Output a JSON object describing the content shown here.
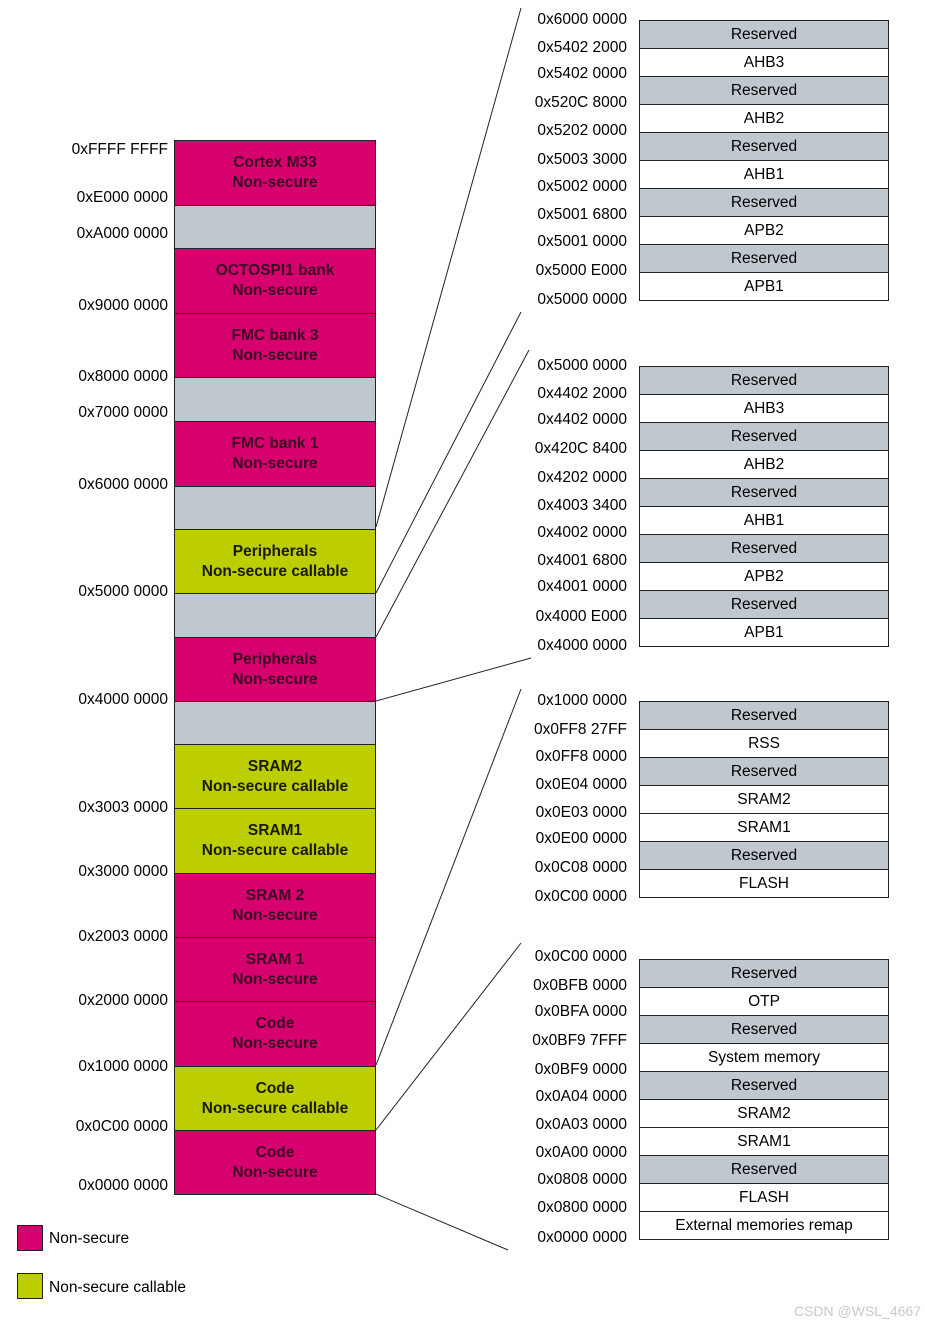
{
  "main_map": {
    "blocks": [
      {
        "label1": "Cortex M33",
        "label2": "Non-secure",
        "kind": "ns"
      },
      {
        "label1": "",
        "label2": "",
        "kind": "res"
      },
      {
        "label1": "OCTOSPI1 bank",
        "label2": "Non-secure",
        "kind": "ns"
      },
      {
        "label1": "FMC bank 3",
        "label2": "Non-secure",
        "kind": "ns"
      },
      {
        "label1": "",
        "label2": "",
        "kind": "res"
      },
      {
        "label1": "FMC bank 1",
        "label2": "Non-secure",
        "kind": "ns"
      },
      {
        "label1": "",
        "label2": "",
        "kind": "res"
      },
      {
        "label1": "Peripherals",
        "label2": "Non-secure callable",
        "kind": "nsc"
      },
      {
        "label1": "",
        "label2": "",
        "kind": "res"
      },
      {
        "label1": "Peripherals",
        "label2": "Non-secure",
        "kind": "ns"
      },
      {
        "label1": "",
        "label2": "",
        "kind": "res"
      },
      {
        "label1": "SRAM2",
        "label2": "Non-secure callable",
        "kind": "nsc"
      },
      {
        "label1": "SRAM1",
        "label2": "Non-secure callable",
        "kind": "nsc"
      },
      {
        "label1": "SRAM 2",
        "label2": "Non-secure",
        "kind": "ns"
      },
      {
        "label1": "SRAM 1",
        "label2": "Non-secure",
        "kind": "ns"
      },
      {
        "label1": "Code",
        "label2": "Non-secure",
        "kind": "ns"
      },
      {
        "label1": "Code",
        "label2": "Non-secure callable",
        "kind": "nsc"
      },
      {
        "label1": "Code",
        "label2": "Non-secure",
        "kind": "ns"
      }
    ],
    "addresses": [
      "0xFFFF FFFF",
      "0xE000 0000",
      "0xA000 0000",
      "0x9000 0000",
      "0x8000 0000",
      "0x7000 0000",
      "0x6000 0000",
      "0x5000 0000",
      "0x4000 0000",
      "0x3003 0000",
      "0x3000 0000",
      "0x2003 0000",
      "0x2000 0000",
      "0x1000 0000",
      "0x0C00 0000",
      "0x0000 0000"
    ]
  },
  "detail_maps": [
    {
      "addresses": [
        "0x6000 0000",
        "0x5402 2000",
        "0x5402 0000",
        "0x520C 8000",
        "0x5202 0000",
        "0x5003 3000",
        "0x5002 0000",
        "0x5001 6800",
        "0x5001 0000",
        "0x5000 E000",
        "0x5000 0000"
      ],
      "cells": [
        "Reserved",
        "AHB3",
        "Reserved",
        "AHB2",
        "Reserved",
        "AHB1",
        "Reserved",
        "APB2",
        "Reserved",
        "APB1"
      ]
    },
    {
      "addresses": [
        "0x5000 0000",
        "0x4402 2000",
        "0x4402 0000",
        "0x420C 8400",
        "0x4202 0000",
        "0x4003 3400",
        "0x4002 0000",
        "0x4001 6800",
        "0x4001 0000",
        "0x4000 E000",
        "0x4000 0000"
      ],
      "cells": [
        "Reserved",
        "AHB3",
        "Reserved",
        "AHB2",
        "Reserved",
        "AHB1",
        "Reserved",
        "APB2",
        "Reserved",
        "APB1"
      ]
    },
    {
      "addresses": [
        "0x1000 0000",
        "0x0FF8 27FF",
        "0x0FF8 0000",
        "0x0E04 0000",
        "0x0E03 0000",
        "0x0E00 0000",
        "0x0C08 0000",
        "0x0C00 0000"
      ],
      "cells": [
        "Reserved",
        "RSS",
        "Reserved",
        "SRAM2",
        "SRAM1",
        "Reserved",
        "FLASH"
      ]
    },
    {
      "addresses": [
        "0x0C00 0000",
        "0x0BFB 0000",
        "0x0BFA 0000",
        "0x0BF9 7FFF",
        "0x0BF9 0000",
        "0x0A04 0000",
        "0x0A03 0000",
        "0x0A00 0000",
        "0x0808 0000",
        "0x0800 0000",
        "0x0000 0000"
      ],
      "cells": [
        "Reserved",
        "OTP",
        "Reserved",
        "System memory",
        "Reserved",
        "SRAM2",
        "SRAM1",
        "Reserved",
        "FLASH",
        "External memories remap"
      ]
    }
  ],
  "legend": [
    {
      "label": "Non-secure",
      "color": "#d6006f"
    },
    {
      "label": "Non-secure callable",
      "color": "#bccd00"
    }
  ],
  "watermark": "CSDN @WSL_4667",
  "colors": {
    "non_secure": "#d6006f",
    "non_secure_callable": "#bccd00",
    "reserved": "#c0c7ce"
  }
}
